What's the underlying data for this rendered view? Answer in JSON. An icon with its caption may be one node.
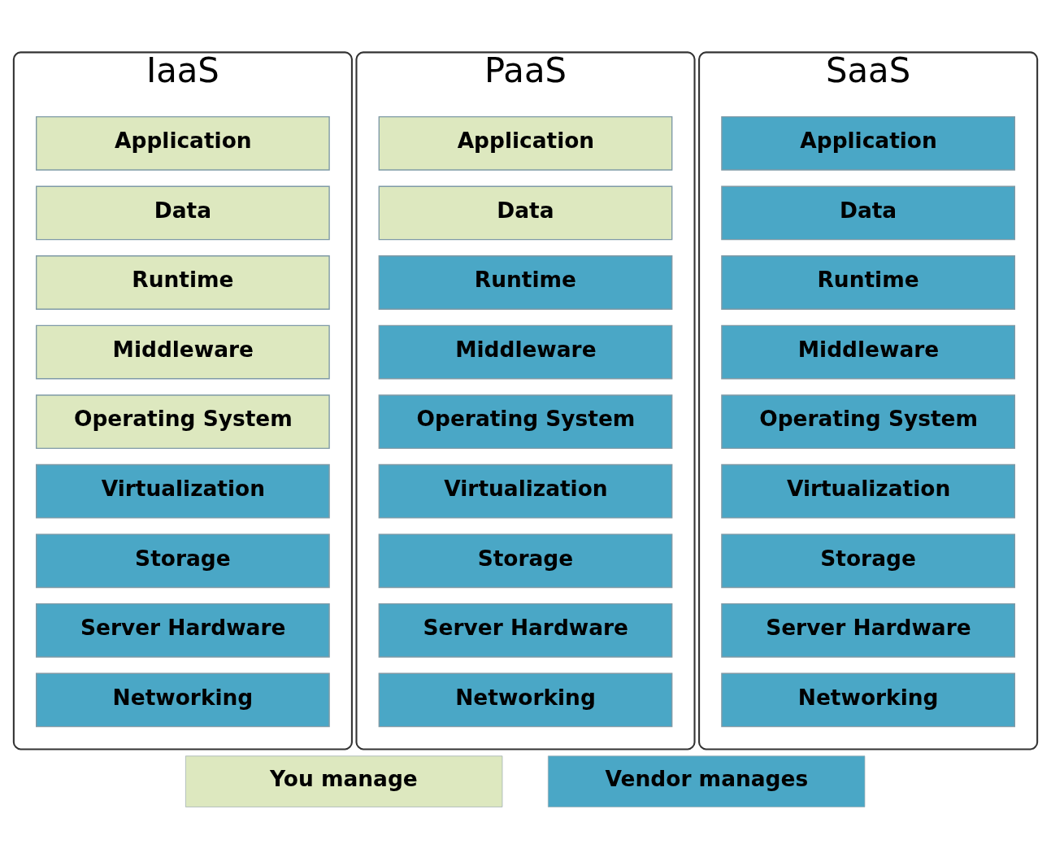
{
  "diagram": {
    "nodes": [
      {
        "text": [
          "IaaS"
        ]
      },
      {
        "text": [
          "Application"
        ],
        "in": 0
      },
      {
        "text": [
          "Data"
        ],
        "in": 0
      },
      {
        "text": [
          "Runtime"
        ],
        "in": 0
      },
      {
        "text": [
          "Middleware"
        ],
        "in": 0
      },
      {
        "text": [
          "Operating System"
        ],
        "in": 0
      },
      {
        "text": [
          "Virtualization"
        ],
        "in": 0
      },
      {
        "text": [
          "Storage"
        ],
        "in": 0
      },
      {
        "text": [
          "Server Hardware"
        ],
        "in": 0
      },
      {
        "text": [
          "Networking"
        ],
        "in": 0
      },
      {
        "text": [
          "PaaS"
        ]
      },
      {
        "text": [
          "Application"
        ],
        "in": 10
      },
      {
        "text": [
          "Data"
        ],
        "in": 10
      },
      {
        "text": [
          "Runtime"
        ],
        "in": 10
      },
      {
        "text": [
          "Middleware"
        ],
        "in": 10
      },
      {
        "text": [
          "Operating System"
        ],
        "in": 10
      },
      {
        "text": [
          "Virtualization"
        ],
        "in": 10
      },
      {
        "text": [
          "Storage"
        ],
        "in": 10
      },
      {
        "text": [
          "Server Hardware"
        ],
        "in": 10
      },
      {
        "text": [
          "Networking"
        ],
        "in": 10
      },
      {
        "text": [
          "SaaS"
        ]
      },
      {
        "text": [
          "Application"
        ],
        "in": 20
      },
      {
        "text": [
          "Data"
        ],
        "in": 20
      },
      {
        "text": [
          "Runtime"
        ],
        "in": 20
      },
      {
        "text": [
          "Middleware"
        ],
        "in": 20
      },
      {
        "text": [
          "Operating System"
        ],
        "in": 20
      },
      {
        "text": [
          "Virtualization"
        ],
        "in": 20
      },
      {
        "text": [
          "Storage"
        ],
        "in": 20
      },
      {
        "text": [
          "Server Hardware"
        ],
        "in": 20
      },
      {
        "text": [
          "Networking"
        ],
        "in": 20
      }
    ],
    "edges": [],
    "legend": [
      {
        "text": "You manage",
        "color": "#dde8bf"
      },
      {
        "text": "Vendor manages",
        "color": "#4aa7c6"
      }
    ]
  }
}
